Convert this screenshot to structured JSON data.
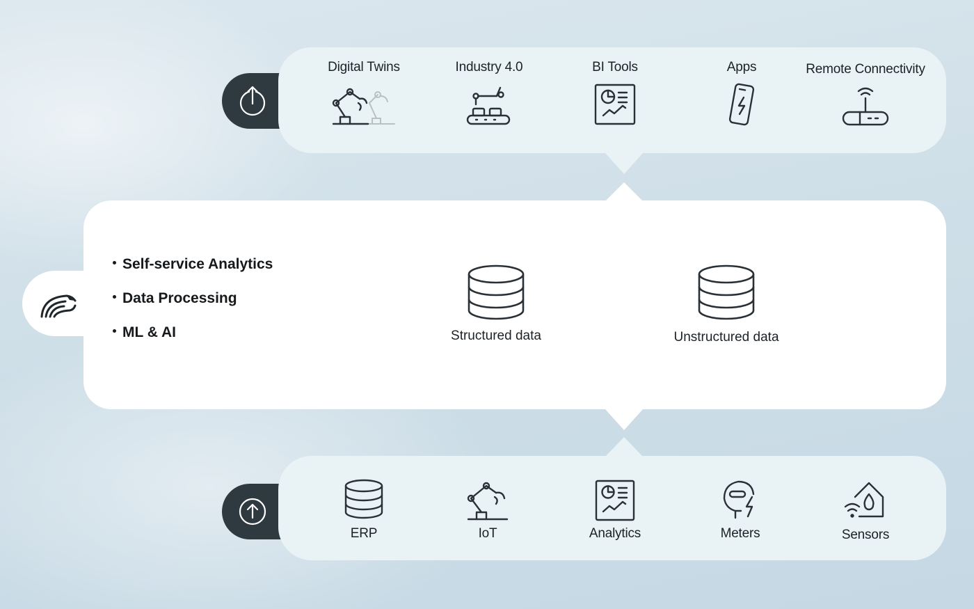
{
  "outputs": {
    "items": [
      {
        "label": "Digital Twins",
        "icon": "robot-arms-icon"
      },
      {
        "label": "Industry 4.0",
        "icon": "conveyor-icon"
      },
      {
        "label": "BI Tools",
        "icon": "dashboard-icon"
      },
      {
        "label": "Apps",
        "icon": "phone-icon"
      },
      {
        "label": "Remote Connectivity",
        "icon": "router-icon"
      }
    ],
    "tab_icon": "power-arrow-up-icon"
  },
  "platform": {
    "logo_icon": "bird-logo-icon",
    "capabilities": [
      "Self-service Analytics",
      "Data Processing",
      "ML & AI"
    ],
    "stores": [
      {
        "label": "Structured data",
        "icon": "database-icon"
      },
      {
        "label": "Unstructured data",
        "icon": "database-icon"
      }
    ]
  },
  "sources": {
    "items": [
      {
        "label": "ERP",
        "icon": "database-icon"
      },
      {
        "label": "IoT",
        "icon": "robot-arm-icon"
      },
      {
        "label": "Analytics",
        "icon": "dashboard-icon"
      },
      {
        "label": "Meters",
        "icon": "meter-icon"
      },
      {
        "label": "Sensors",
        "icon": "sensor-icon"
      }
    ],
    "tab_icon": "arrow-up-circle-icon"
  },
  "colors": {
    "background": "#cfdfe8",
    "panel_light": "#e9f3f6",
    "panel_white": "#ffffff",
    "tab_dark": "#2f3a40",
    "icon_stroke": "#2a3136"
  }
}
